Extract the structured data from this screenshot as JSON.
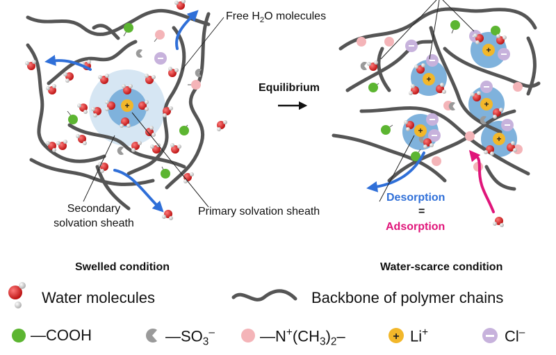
{
  "labels": {
    "free_water_prefix": "Free H",
    "free_water_sub": "2",
    "free_water_suffix": "O molecules",
    "equilibrium": "Equilibrium",
    "secondary_line1": "Secondary",
    "secondary_line2": "solvation sheath",
    "primary": "Primary solvation sheath",
    "desorption": "Desorption",
    "equals": "=",
    "adsorption": "Adsorption",
    "swelled": "Swelled condition",
    "water_scarce": "Water-scarce condition"
  },
  "legend": {
    "water": "Water molecules",
    "backbone": "Backbone of polymer chains",
    "cooh": "—COOH",
    "so3_prefix": "—SO",
    "so3_sub": "3",
    "so3_sup": "–",
    "n_prefix": "—N",
    "n_sup": "+",
    "n_mid": "(CH",
    "n_sub1": "3",
    "n_close": ")",
    "n_sub2": "2",
    "n_suffix": "–",
    "li_prefix": "Li",
    "li_sup": "+",
    "cl_prefix": "Cl",
    "cl_sup": "–"
  },
  "colors": {
    "polymer": "#555555",
    "water_o": "#d81e1e",
    "water_h": "#e8e8e8",
    "cooh": "#5cb531",
    "so3": "#9a9a9a",
    "n_group": "#f4b4b8",
    "li": "#f2b72a",
    "cl": "#c7b2dc",
    "sheath_primary": "#7fb2dc",
    "sheath_secondary": "#d6e6f3",
    "desorption": "#2f6fd8",
    "adsorption": "#e0157a"
  }
}
